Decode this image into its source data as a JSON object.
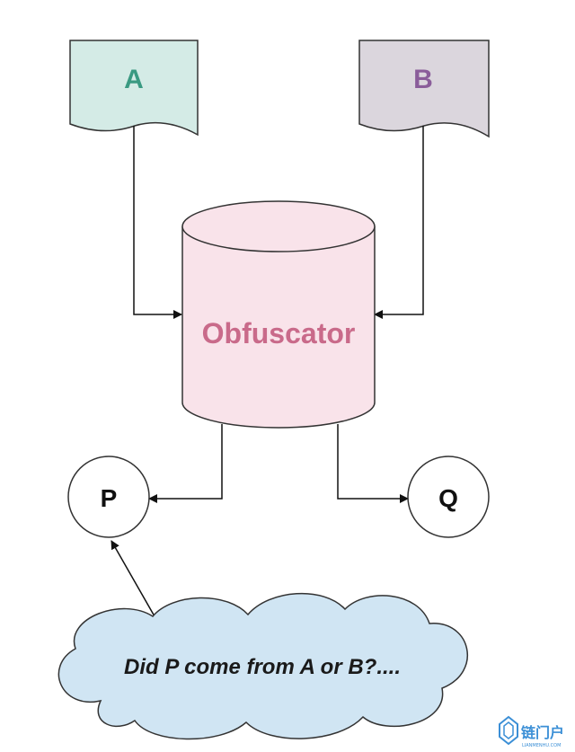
{
  "diagram": {
    "nodes": {
      "a": {
        "label": "A",
        "fill": "#d4ebe6",
        "text_color": "#3a9a82"
      },
      "b": {
        "label": "B",
        "fill": "#dbd6dd",
        "text_color": "#8a5d9a"
      },
      "obfuscator": {
        "label": "Obfuscator",
        "fill": "#f9e3ea",
        "text_color": "#c96a8a"
      },
      "p": {
        "label": "P"
      },
      "q": {
        "label": "Q"
      },
      "question": {
        "label": "Did P come from A or B?....",
        "fill": "#d0e5f3"
      }
    },
    "edges": [
      {
        "from": "A",
        "to": "Obfuscator"
      },
      {
        "from": "B",
        "to": "Obfuscator"
      },
      {
        "from": "Obfuscator",
        "to": "P"
      },
      {
        "from": "Obfuscator",
        "to": "Q"
      },
      {
        "from": "Did P come from A or B?....",
        "to": "P"
      }
    ]
  },
  "watermark": {
    "brand": "链门户",
    "sub": "LIANMENHU.COM",
    "color": "#3b8fd6"
  }
}
